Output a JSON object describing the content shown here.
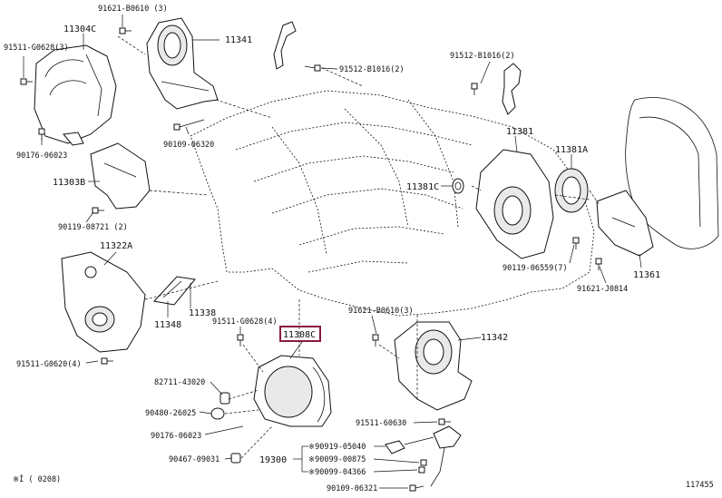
{
  "labels": {
    "p91621_B0610_top": "91621-B0610 (3)",
    "p11304C": "11304C",
    "p91511_G0628_top": "91511-G0628(3)",
    "p11341": "11341",
    "p91512_B1016_2_left": "91512-B1016(2)",
    "p91512_B1016_2_right": "91512-B1016(2)",
    "p90176_06023_top": "90176-06023",
    "p90109_06320": "90109-06320",
    "p11381": "11381",
    "p11381A": "11381A",
    "p11303B": "11303B",
    "p11381C": "11381C",
    "p90119_08721": "90119-08721 (2)",
    "p11322A": "11322A",
    "p90119_06559": "90119-06559(7)",
    "p11361": "11361",
    "p91621_J0814": "91621-J0814",
    "p11338": "11338",
    "p11348": "11348",
    "p91621_B0610_mid": "91621-B0610(3)",
    "p91511_G0628_mid": "91511-G0628(4)",
    "p11308C": "11308C",
    "p11342": "11342",
    "p91511_G0620": "91511-G0620(4)",
    "p82711_43020": "82711-43020",
    "p90480_26025": "90480-26025",
    "p91511_60630": "91511-60630",
    "p90176_06023_bot": "90176-06023",
    "p90919_05040": "※90919-05040",
    "p90467_09031": "90467-09031",
    "p19300": "19300",
    "p90099_00875": "※90099-00875",
    "p90099_04366": "※90099-04366",
    "p90109_06321": "90109-06321"
  },
  "footer": {
    "left_code": "※İ (      0208)",
    "figure_number": "117455"
  },
  "highlight": {
    "part_number": "11308C",
    "color": "#8b1a3a"
  },
  "icons": {
    "bolt": "bolt-icon",
    "note_mark": "reference-mark-icon"
  }
}
